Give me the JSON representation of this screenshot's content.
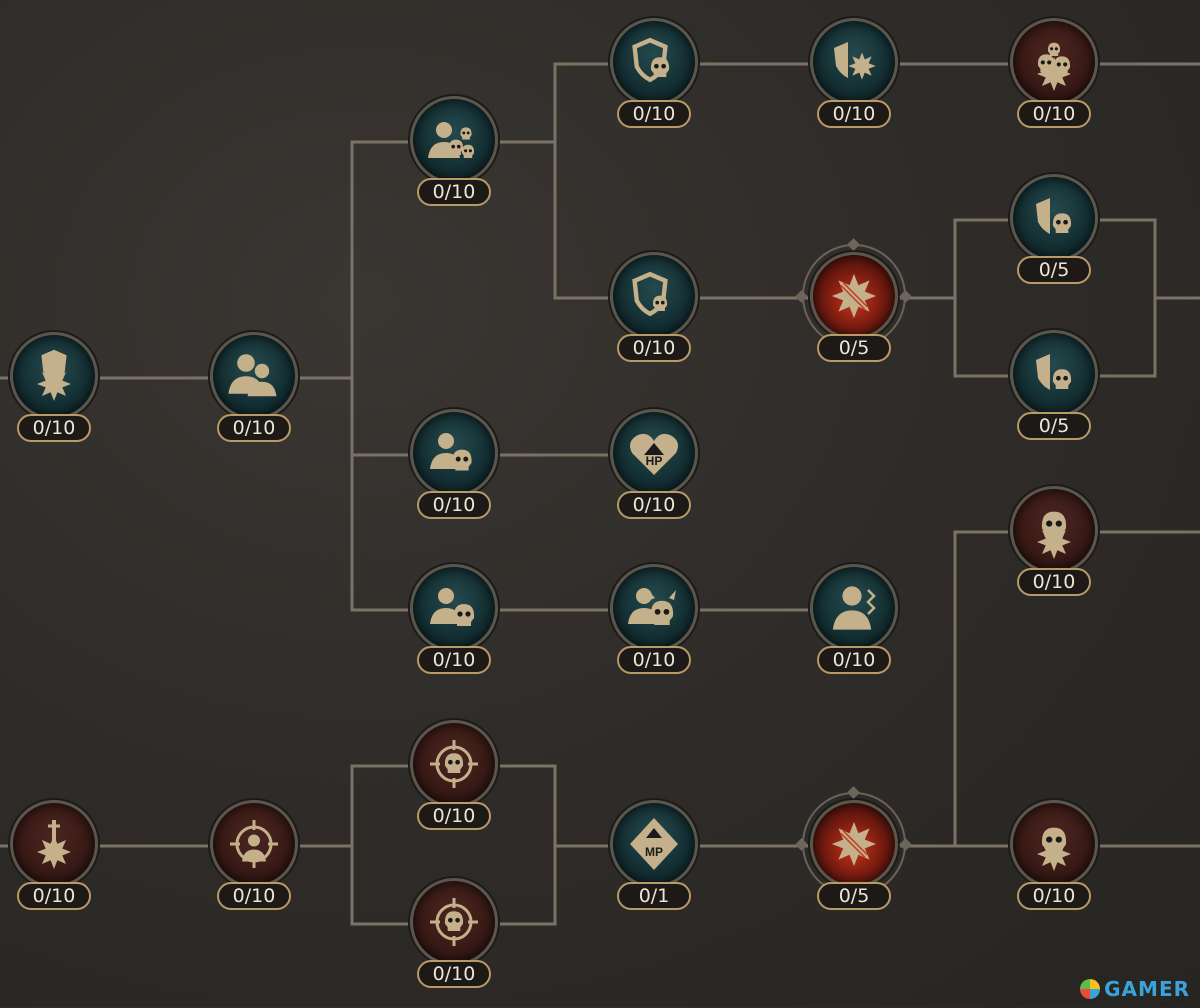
{
  "colors": {
    "line": "#7a7264",
    "badge_border": "#b89a68",
    "badge_text": "#ece6d6",
    "watermark": "#3aa3d9"
  },
  "watermark": {
    "text": "GAMER"
  },
  "skill_tree": {
    "nodes": [
      {
        "id": "n1",
        "variant": "teal",
        "icon": "shield-burst-icon",
        "level": "0/10"
      },
      {
        "id": "n2",
        "variant": "teal",
        "icon": "duo-figures-icon",
        "level": "0/10"
      },
      {
        "id": "n3",
        "variant": "teal",
        "icon": "figure-skull-horde-icon",
        "level": "0/10"
      },
      {
        "id": "n4",
        "variant": "teal",
        "icon": "shield-skull-icon",
        "level": "0/10"
      },
      {
        "id": "n5",
        "variant": "teal",
        "icon": "half-shield-burst-icon",
        "level": "0/10"
      },
      {
        "id": "n6",
        "variant": "red",
        "icon": "demon-skulls-burst-icon",
        "level": "0/10"
      },
      {
        "id": "n7",
        "variant": "teal",
        "icon": "shield-skull-small-icon",
        "level": "0/10"
      },
      {
        "id": "n8",
        "variant": "fire",
        "icon": "burst-sword-icon",
        "level": "0/5",
        "special": true
      },
      {
        "id": "n9",
        "variant": "teal",
        "icon": "half-shield-skull-icon",
        "level": "0/5"
      },
      {
        "id": "n10",
        "variant": "teal",
        "icon": "half-shield-cracked-skull-icon",
        "level": "0/5"
      },
      {
        "id": "n11",
        "variant": "teal",
        "icon": "figure-cracked-skull-icon",
        "level": "0/10"
      },
      {
        "id": "n12",
        "variant": "teal",
        "icon": "hp-heart-icon",
        "level": "0/10",
        "label": "HP"
      },
      {
        "id": "n13",
        "variant": "teal",
        "icon": "figure-skull-icon",
        "level": "0/10"
      },
      {
        "id": "n14",
        "variant": "teal",
        "icon": "figure-demon-skull-icon",
        "level": "0/10"
      },
      {
        "id": "n15",
        "variant": "teal",
        "icon": "figure-speed-icon",
        "level": "0/10"
      },
      {
        "id": "n16",
        "variant": "red",
        "icon": "skull-burst-icon",
        "level": "0/10"
      },
      {
        "id": "n17",
        "variant": "red",
        "icon": "sword-burst-icon",
        "level": "0/10"
      },
      {
        "id": "n18",
        "variant": "red",
        "icon": "crosshair-figure-icon",
        "level": "0/10"
      },
      {
        "id": "n19",
        "variant": "red",
        "icon": "crosshair-skull-icon",
        "level": "0/10"
      },
      {
        "id": "n20",
        "variant": "red",
        "icon": "crosshair-cracked-skull-icon",
        "level": "0/10"
      },
      {
        "id": "n21",
        "variant": "teal",
        "icon": "mp-diamond-icon",
        "level": "0/1",
        "label": "MP"
      },
      {
        "id": "n22",
        "variant": "fire",
        "icon": "burst-sword-icon",
        "level": "0/5",
        "special": true
      },
      {
        "id": "n23",
        "variant": "red",
        "icon": "cracked-skull-burst-icon",
        "level": "0/10"
      }
    ]
  }
}
